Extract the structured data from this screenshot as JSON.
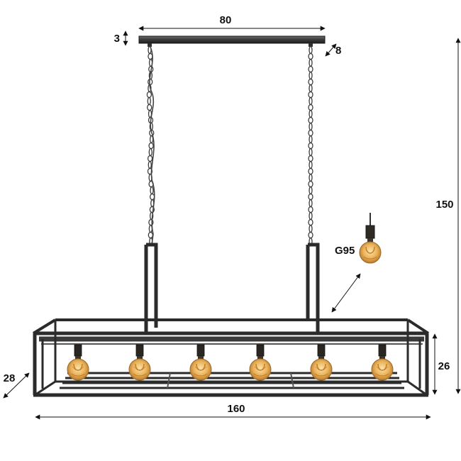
{
  "dimensions": {
    "canopy_width": "80",
    "canopy_height": "3",
    "canopy_depth": "8",
    "total_height": "150",
    "frame_height": "26",
    "frame_depth": "28",
    "frame_width": "160"
  },
  "bulb_label": "G95",
  "bulb_count": 6,
  "colors": {
    "metal": "#2b2b2b",
    "metal_light": "#5a5a5a",
    "bulb_glass": "#e9b25a",
    "bulb_glow": "#f6d89a",
    "filament": "#c8781e",
    "dimension_line": "#111111"
  }
}
